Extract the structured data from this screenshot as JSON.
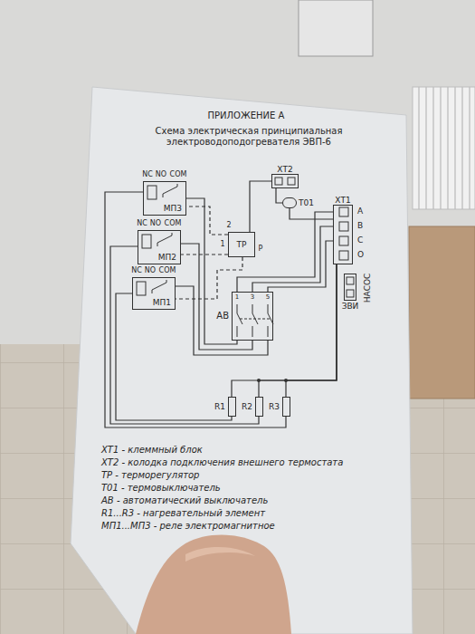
{
  "diagram": {
    "title": "ПРИЛОЖЕНИЕ А",
    "nodes": [
      {
        "text": [
          "ХТ2"
        ]
      },
      {
        "text": [
          "Т01"
        ]
      },
      {
        "text": [
          "ХТ1"
        ]
      },
      {
        "text": [
          "МП3"
        ]
      },
      {
        "text": [
          "МП2"
        ]
      },
      {
        "text": [
          "ТР"
        ]
      },
      {
        "text": [
          "МП1"
        ]
      },
      {
        "text": [
          "АВ"
        ]
      },
      {
        "text": [
          "ЗВИ"
        ]
      },
      {
        "text": [
          "R1"
        ]
      },
      {
        "text": [
          "R2"
        ]
      },
      {
        "text": [
          "R3"
        ]
      }
    ],
    "edges": [
      {
        "from": 2,
        "to": 7,
        "arrow": "none"
      },
      {
        "from": 2,
        "to": 7,
        "arrow": "none"
      },
      {
        "from": 2,
        "to": 7,
        "arrow": "none"
      },
      {
        "from": 7,
        "to": 6,
        "arrow": "none"
      },
      {
        "from": 7,
        "to": 4,
        "arrow": "none"
      },
      {
        "from": 7,
        "to": 3,
        "arrow": "none"
      },
      {
        "from": 3,
        "to": 11,
        "arrow": "none"
      },
      {
        "from": 4,
        "to": 10,
        "arrow": "none"
      },
      {
        "from": 6,
        "to": 9,
        "arrow": "none"
      },
      {
        "from": 2,
        "to": 9,
        "arrow": "none"
      },
      {
        "from": 2,
        "to": 10,
        "arrow": "none"
      },
      {
        "from": 2,
        "to": 11,
        "arrow": "none"
      },
      {
        "from": 0,
        "to": 5,
        "arrow": "none"
      },
      {
        "from": 1,
        "to": 0,
        "arrow": "none"
      },
      {
        "from": 1,
        "to": 2,
        "arrow": "none"
      },
      {
        "from": 5,
        "to": 3,
        "arrow": "none"
      },
      {
        "from": 5,
        "to": 4,
        "arrow": "none"
      },
      {
        "from": 5,
        "to": 6,
        "arrow": "none"
      }
    ],
    "labels": [
      "Схема электрическая принципиальная электроводоподогревателя ЭВП-6",
      "NC",
      "NO",
      "COM",
      "NC",
      "NO",
      "COM",
      "NC",
      "NO",
      "COM",
      "2",
      "1",
      "Р",
      "1",
      "3",
      "5",
      "A",
      "B",
      "C",
      "O",
      "НАСОС"
    ],
    "legend": [
      {
        "text": "ХТ1 - клеммный блок"
      },
      {
        "text": "ХТ2 - колодка подключения внешнего термостата"
      },
      {
        "text": "ТР - терморегулятор"
      },
      {
        "text": "Т01 - термовыключатель"
      },
      {
        "text": "АВ - автоматический выключатель"
      },
      {
        "text": "R1...R3 - нагревательный элемент"
      },
      {
        "text": "МП1...МП3 - реле электромагнитное"
      }
    ]
  }
}
